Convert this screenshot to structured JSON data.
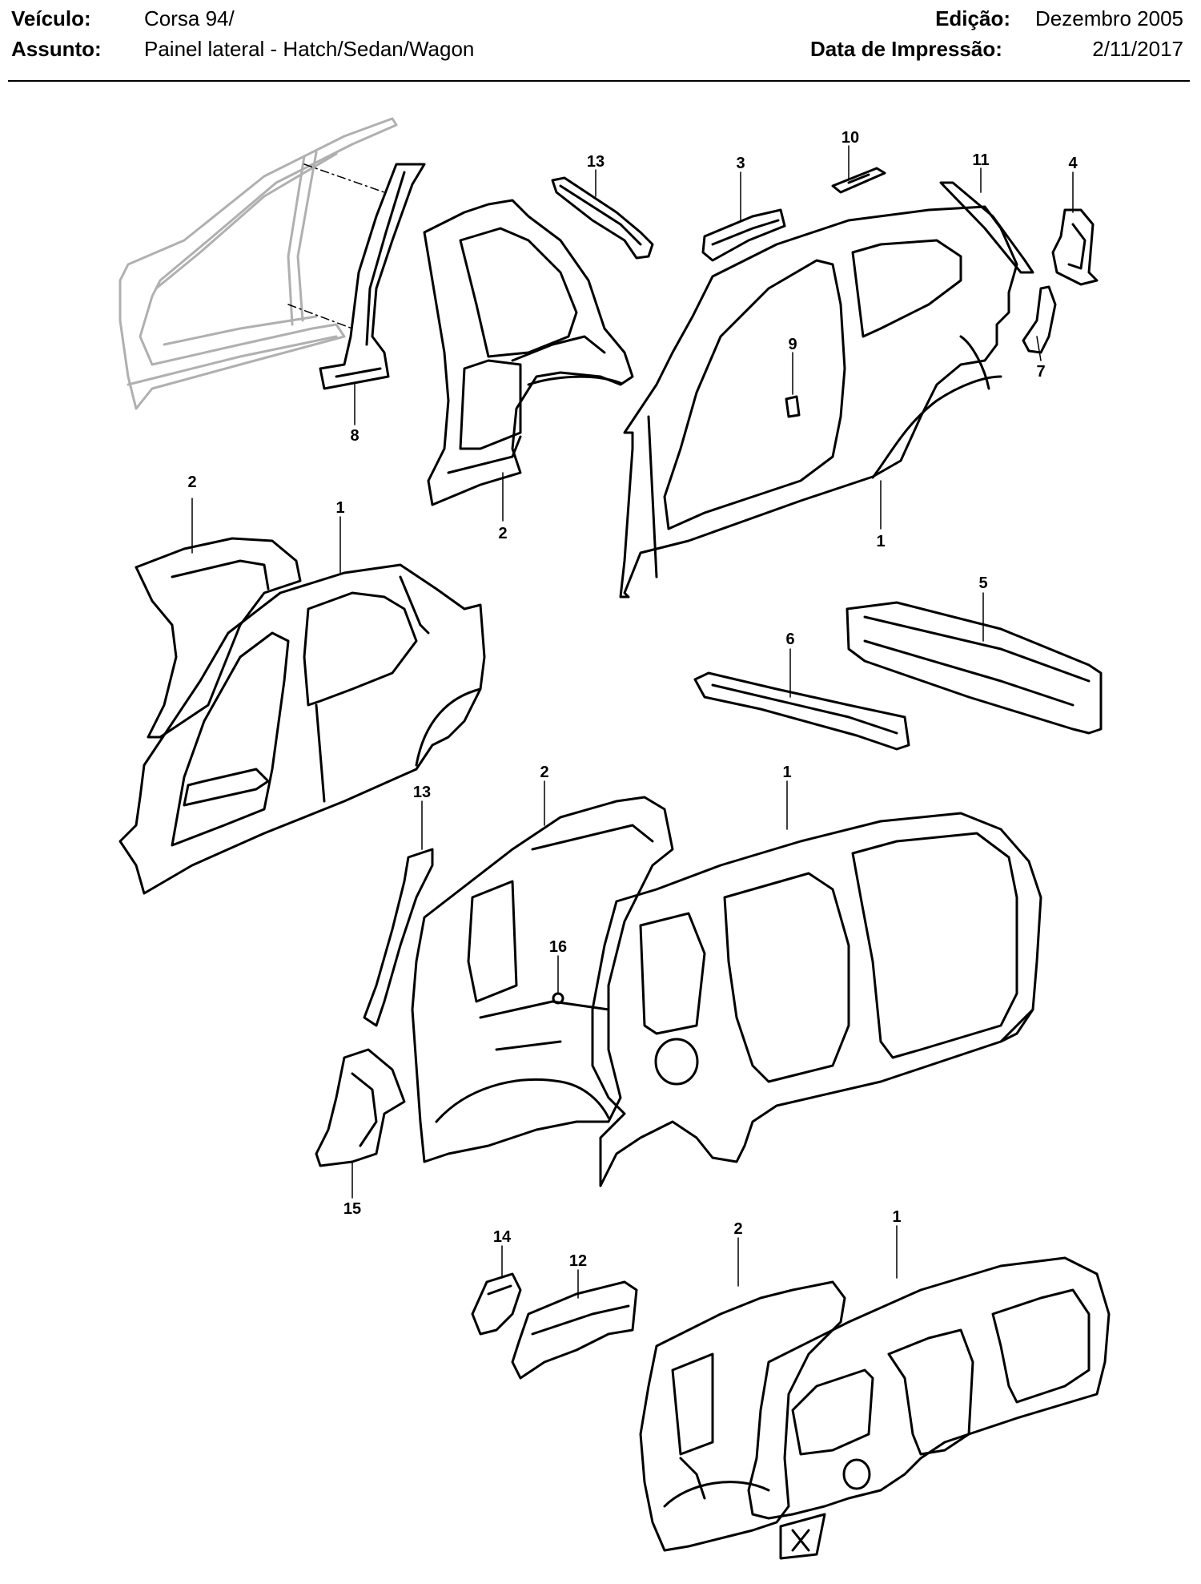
{
  "header": {
    "vehicle_label": "Veículo:",
    "vehicle_value": "Corsa 94/",
    "subject_label": "Assunto:",
    "subject_value": "Painel lateral - Hatch/Sedan/Wagon",
    "edition_label": "Edição:",
    "edition_value": "Dezembro 2005",
    "print_date_label": "Data de Impressão:",
    "print_date_value": "2/11/2017"
  },
  "callouts": {
    "c13a": "13",
    "c3": "3",
    "c10": "10",
    "c11": "11",
    "c4": "4",
    "c9": "9",
    "c7": "7",
    "c8": "8",
    "c2a": "2",
    "c1a": "1",
    "c2b": "2",
    "c1b": "1",
    "c5": "5",
    "c6": "6",
    "c2c": "2",
    "c1c": "1",
    "c13b": "13",
    "c16": "16",
    "c15": "15",
    "c14": "14",
    "c12": "12",
    "c2d": "2",
    "c1d": "1"
  },
  "colors": {
    "line": "#000000",
    "ghost": "#b0b0b0",
    "paper": "#ffffff"
  }
}
